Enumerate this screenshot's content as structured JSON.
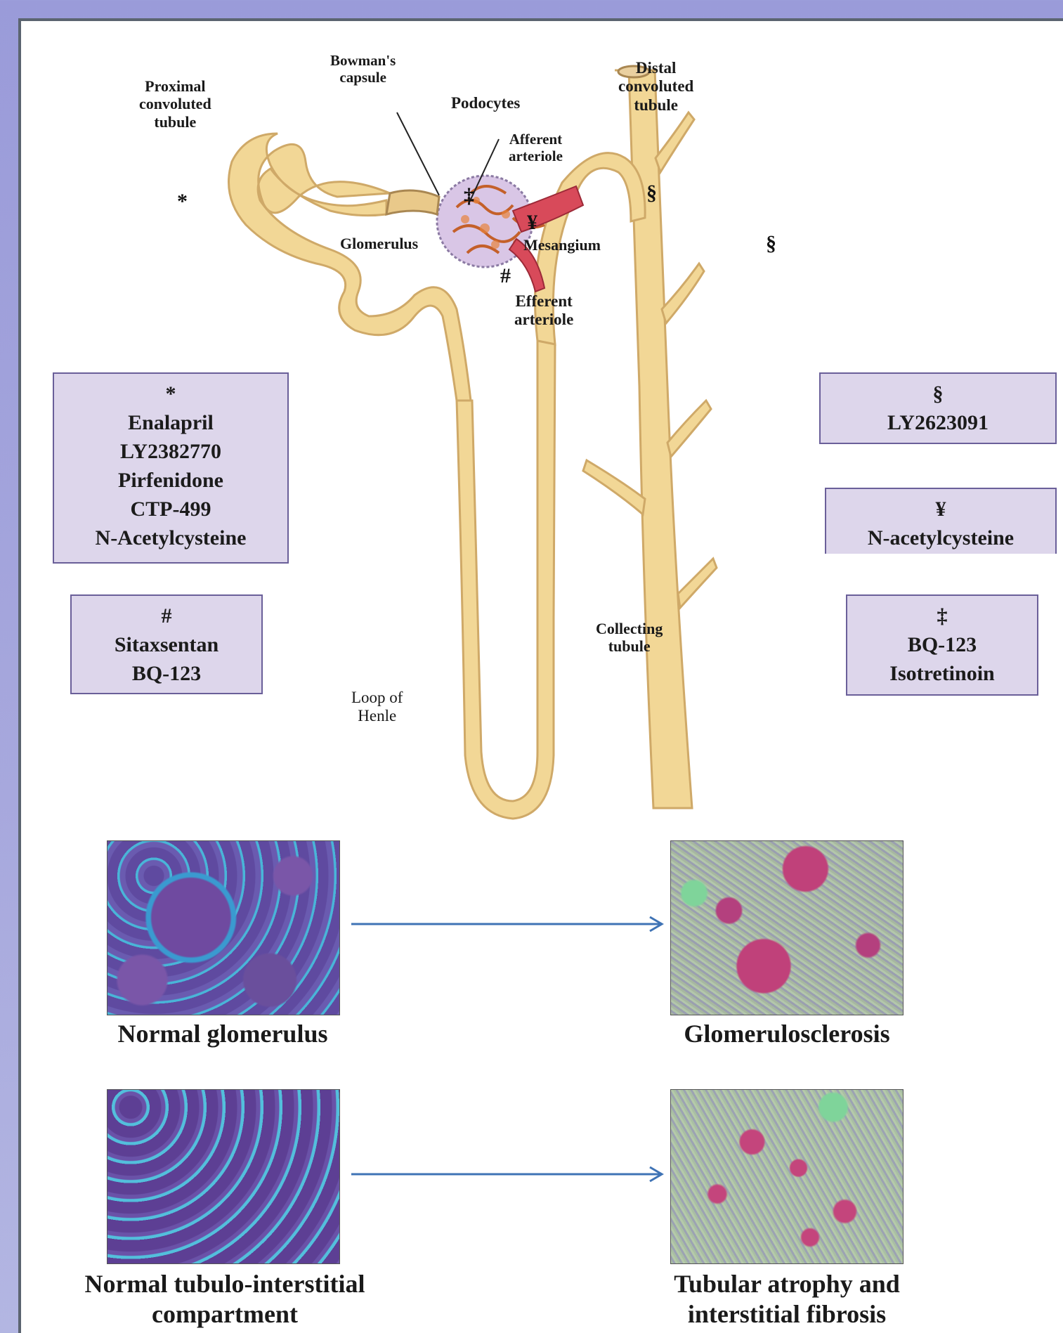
{
  "labels": {
    "proximal": [
      "Proximal",
      "convoluted",
      "tubule"
    ],
    "bowman": [
      "Bowman's",
      "capsule"
    ],
    "podocytes": "Podocytes",
    "afferent": [
      "Afferent",
      "arteriole"
    ],
    "distal": [
      "Distal",
      "convoluted",
      "tubule"
    ],
    "glomerulus": "Glomerulus",
    "mesangium": "Mesangium",
    "efferent": [
      "Efferent",
      "arteriole"
    ],
    "collecting": [
      "Collecting",
      "tubule"
    ],
    "loop": [
      "Loop of",
      "Henle"
    ]
  },
  "symbols": {
    "asterisk": "*",
    "double_dagger": "‡",
    "yen": "¥",
    "hash": "#",
    "section": "§"
  },
  "drug_boxes": {
    "asterisk_box": {
      "symbol": "*",
      "drugs": [
        "Enalapril",
        "LY2382770",
        "Pirfenidone",
        "CTP-499",
        "N-Acetylcysteine"
      ]
    },
    "hash_box": {
      "symbol": "#",
      "drugs": [
        "Sitaxsentan",
        "BQ-123"
      ]
    },
    "section_box": {
      "symbol": "§",
      "drugs": [
        "LY2623091"
      ]
    },
    "yen_box": {
      "symbol": "¥",
      "drugs": [
        "N-acetylcysteine"
      ]
    },
    "dagger_box": {
      "symbol": "‡",
      "drugs": [
        "BQ-123",
        "Isotretinoin"
      ]
    }
  },
  "histology": {
    "normal_glomerulus": "Normal glomerulus",
    "glomerulosclerosis": "Glomerulosclerosis",
    "normal_tubulo": [
      "Normal tubulo-interstitial",
      "compartment"
    ],
    "tubular_atrophy": [
      "Tubular atrophy and",
      "interstitial fibrosis"
    ]
  },
  "colors": {
    "background": "#9a9bd9",
    "tubule_fill": "#f2d796",
    "tubule_stroke": "#cfa968",
    "box_fill": "#ddd6eb",
    "box_border": "#6a5f99",
    "arrow": "#3f73b5",
    "capsule": "#cdb6dc",
    "arteriole": "#d84a5a"
  }
}
